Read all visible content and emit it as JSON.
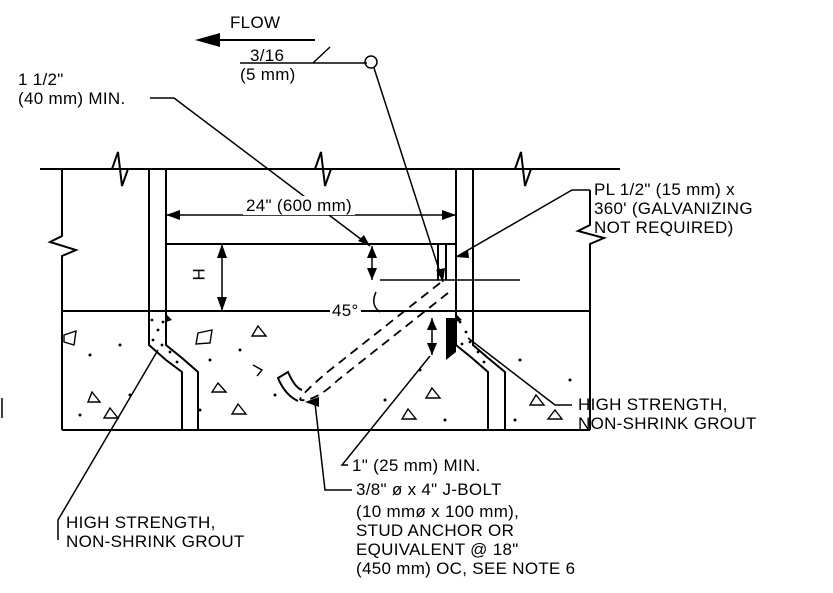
{
  "labels": {
    "flow": "FLOW",
    "min_top_line1": "1 1/2\"",
    "min_top_line2": "(40 mm) MIN.",
    "weld_line1": "3/16",
    "weld_line2": "(5 mm)",
    "plate_line1": "PL 1/2\" (15 mm) x",
    "plate_line2": "360' (GALVANIZING",
    "plate_line3": "NOT REQUIRED)",
    "width_dim": "24\" (600 mm)",
    "h_dim": "H",
    "angle": "45°",
    "grout_right_line1": "HIGH STRENGTH,",
    "grout_right_line2": "NON-SHRINK GROUT",
    "grout_left_line1": "HIGH STRENGTH,",
    "grout_left_line2": "NON-SHRINK GROUT",
    "min_bottom": "1\" (25 mm) MIN.",
    "jbolt_line1": "3/8\" ø x 4\" J-BOLT",
    "jbolt_line2": "(10 mmø x 100 mm),",
    "jbolt_line3": "STUD ANCHOR OR",
    "jbolt_line4": "EQUIVALENT @ 18\"",
    "jbolt_line5": "(450 mm) OC, SEE NOTE 6"
  }
}
